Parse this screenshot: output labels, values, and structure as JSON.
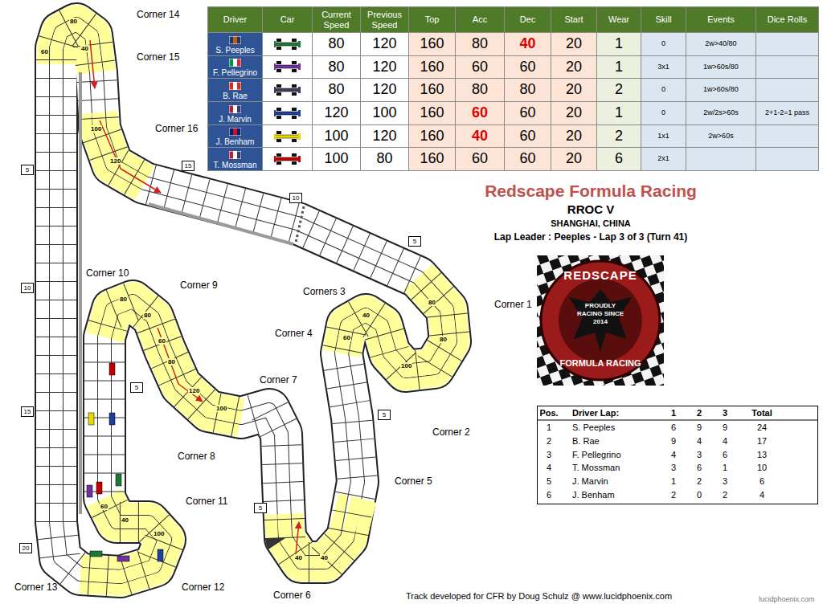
{
  "diagram": {
    "title": "Redscape Formula Racing",
    "nodes": [
      {
        "text": [
          "15"
        ]
      },
      {
        "text": [
          "5"
        ]
      },
      {
        "text": [
          "10"
        ]
      },
      {
        "text": [
          "5"
        ]
      },
      {
        "text": [
          "REDSCAPE",
          "PROUDLY RACING SINCE 2014",
          "FORMULA RACING"
        ]
      },
      {
        "text": [
          "10"
        ]
      },
      {
        "text": [
          "5"
        ]
      },
      {
        "text": [
          "15"
        ]
      },
      {
        "text": [
          "5"
        ]
      },
      {
        "text": [
          "5"
        ]
      },
      {
        "text": [
          "20"
        ]
      }
    ],
    "labels": [
      "Driver",
      "Car",
      "Current Speed",
      "Previous Speed",
      "Top",
      "Acc",
      "Dec",
      "Start",
      "Wear",
      "Skill",
      "Events",
      "Dice Rolls",
      "S. Peeples",
      "80",
      "120",
      "160",
      "80",
      "40",
      "20",
      "1",
      "0",
      "2w>40/80",
      "F. Pellegrino",
      "80",
      "120",
      "160",
      "60",
      "60",
      "20",
      "1",
      "3x1",
      "1w>60s/80",
      "B. Rae",
      "80",
      "120",
      "160",
      "80",
      "80",
      "20",
      "2",
      "0",
      "1w>60s/80",
      "J. Marvin",
      "120",
      "100",
      "160",
      "60",
      "60",
      "20",
      "1",
      "0",
      "2w/2s>60s",
      "2+1-2=1 pass",
      "J. Benham",
      "100",
      "120",
      "160",
      "40",
      "60",
      "20",
      "2",
      "1x1",
      "2w>60s",
      "T. Mossman",
      "100",
      "80",
      "160",
      "60",
      "60",
      "20",
      "6",
      "2x1",
      "RROC V",
      "SHANGHAI, CHINA",
      "Lap Leader :  Peeples - Lap 3 of 3 (Turn 41)",
      "Pos.",
      "Driver  Lap:",
      "1",
      "2",
      "3",
      "Total",
      "1",
      "S. Peeples",
      "6",
      "9",
      "9",
      "24",
      "2",
      "B. Rae",
      "9",
      "4",
      "4",
      "17",
      "3",
      "F. Pellegrino",
      "4",
      "3",
      "6",
      "13",
      "4",
      "T. Mossman",
      "3",
      "6",
      "1",
      "10",
      "5",
      "J. Marvin",
      "1",
      "2",
      "3",
      "6",
      "6",
      "J. Benham",
      "2",
      "0",
      "2",
      "4",
      "Corner 14",
      "Corner 15",
      "Corner 16",
      "Corner 1",
      "Corners 3",
      "Corner 4",
      "Corner 9",
      "Corner 10",
      "Corner 7",
      "Corner 2",
      "Corner 8",
      "Corner 5",
      "Corner 11",
      "Corner 12",
      "Corner 13",
      "Corner 6",
      "80",
      "60",
      "40",
      "100",
      "120",
      "40",
      "60",
      "80",
      "100",
      "80",
      "80",
      "80",
      "60",
      "80",
      "120",
      "100",
      "40",
      "40",
      "60",
      "40",
      "100",
      "Track developed for CFR by Doug Schulz @ www.lucidphoenix.com",
      "lucidphoenix.com"
    ]
  }
}
